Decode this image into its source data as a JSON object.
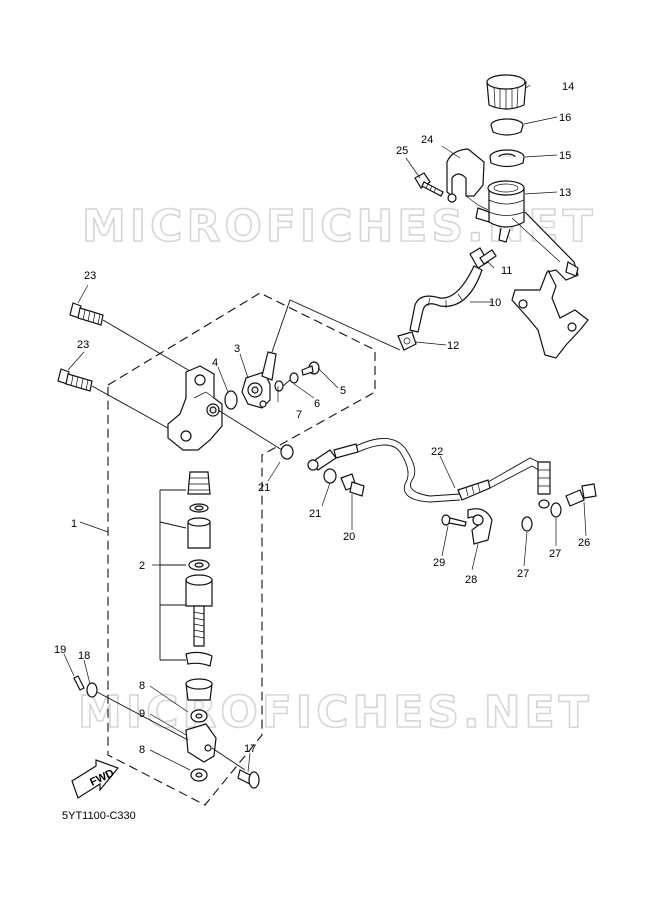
{
  "diagram": {
    "watermarks": [
      "MICROFICHES.NET",
      "MICROFICHES.NET"
    ],
    "diagram_code": "5YT1100-C330",
    "fwd_label": "FWD",
    "callouts": [
      "1",
      "2",
      "3",
      "4",
      "5",
      "6",
      "7",
      "8",
      "8",
      "9",
      "10",
      "11",
      "12",
      "13",
      "14",
      "15",
      "16",
      "17",
      "18",
      "19",
      "20",
      "21",
      "21",
      "22",
      "23",
      "23",
      "24",
      "25",
      "26",
      "27",
      "27",
      "28",
      "29"
    ]
  }
}
